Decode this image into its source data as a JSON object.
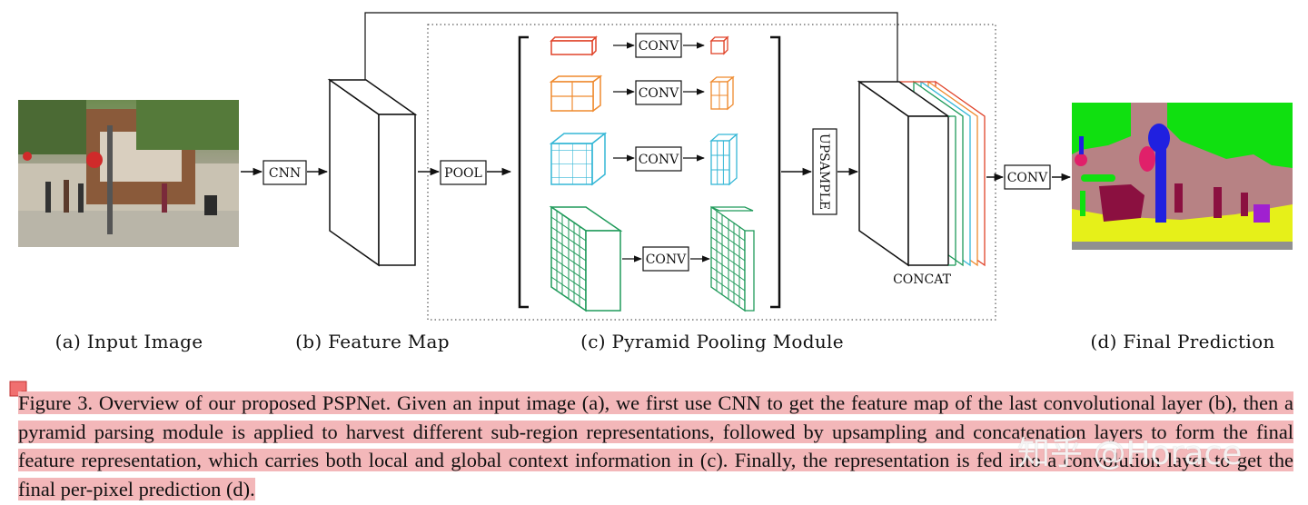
{
  "diagram": {
    "labels": {
      "cnn": "CNN",
      "pool": "POOL",
      "conv": "CONV",
      "upsample": "UPSAMPLE",
      "concat": "CONCAT",
      "final_conv": "CONV"
    },
    "panel_captions": {
      "a": "(a) Input Image",
      "b": "(b) Feature Map",
      "c": "(c) Pyramid Pooling Module",
      "d": "(d) Final Prediction"
    },
    "pyramid_colors": [
      "#e0442a",
      "#ef8a2e",
      "#35b7d6",
      "#1f9a5a"
    ],
    "segmentation_colors": {
      "sky_green": "#10e010",
      "building": "#b78284",
      "road": "#e6f019",
      "pole": "#2020e0",
      "person": "#8b1040",
      "sign": "#e0206a",
      "ground": "#909090"
    }
  },
  "caption": {
    "text": "Figure 3. Overview of our proposed PSPNet. Given an input image (a), we first use CNN to get the feature map of the last convolutional layer (b), then a pyramid parsing module is applied to harvest different sub-region representations, followed by upsampling and concatenation layers to form the final feature representation, which carries both local and global context information in (c). Finally, the representation is fed into a convolution layer to get the final per-pixel prediction (d)."
  },
  "watermark": "知乎 @Horace"
}
